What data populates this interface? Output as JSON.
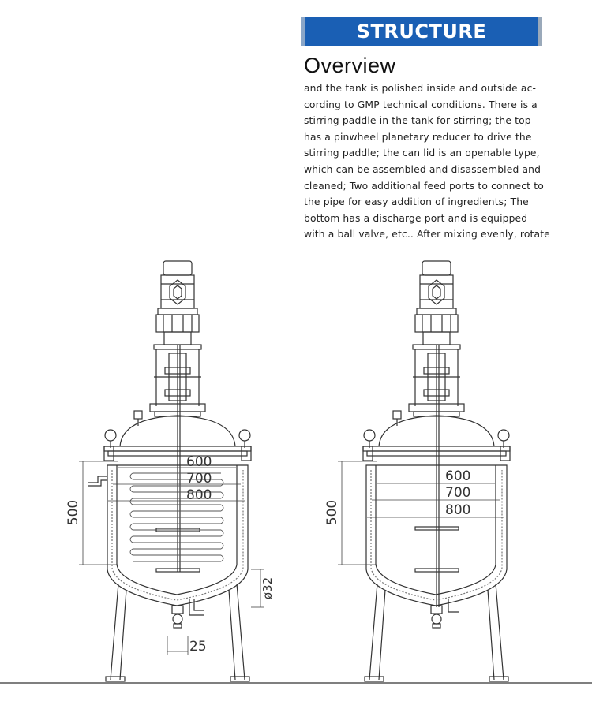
{
  "header": {
    "banner_label": "STRUCTURE"
  },
  "overview": {
    "title": "Overview",
    "lines": [
      "and the tank is polished inside and outside ac-",
      "cording to GMP technical conditions. There is a",
      "stirring paddle in the tank for stirring; the top",
      "has a pinwheel planetary reducer to drive the",
      "stirring paddle; the can lid is an openable type,",
      "which can be assembled and disassembled and",
      "cleaned; Two additional feed ports to connect to",
      "the pipe for easy addition of ingredients; The",
      "bottom has a discharge port and is equipped",
      "with a ball valve, etc.. After mixing evenly, rotate"
    ]
  },
  "drawing_left": {
    "widths": [
      "600",
      "700",
      "800"
    ],
    "height": "500",
    "pipe_diameter": "ø32",
    "outlet": "25"
  },
  "drawing_right": {
    "widths": [
      "600",
      "700",
      "800"
    ],
    "height": "500"
  }
}
